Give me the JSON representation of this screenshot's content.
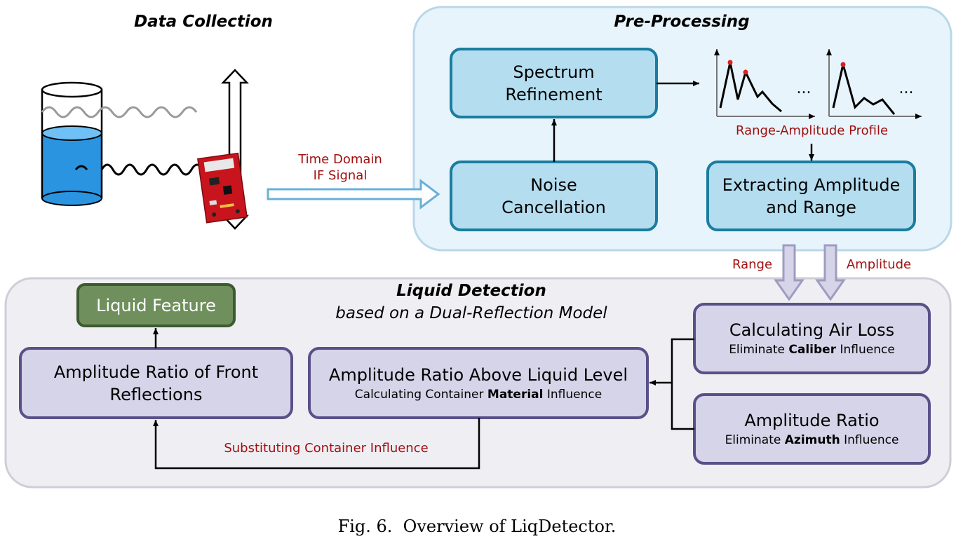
{
  "sections": {
    "data_collection": "Data Collection",
    "pre_processing": "Pre-Processing",
    "liquid_detection": "Liquid Detection",
    "liquid_detection_sub": "based on a Dual-Reflection Model"
  },
  "signal_label": {
    "line1": "Time Domain",
    "line2": "IF Signal"
  },
  "boxes": {
    "spectrum": {
      "line1": "Spectrum",
      "line2": "Refinement"
    },
    "noise": {
      "line1": "Noise",
      "line2": "Cancellation"
    },
    "extract": {
      "line1": "Extracting Amplitude",
      "line2": "and Range"
    },
    "air_loss": {
      "title": "Calculating Air Loss",
      "sub_pre": "Eliminate ",
      "sub_bold": "Caliber",
      "sub_post": " Influence"
    },
    "amp_ratio": {
      "title": "Amplitude Ratio",
      "sub_pre": "Eliminate ",
      "sub_bold": "Azimuth",
      "sub_post": " Influence"
    },
    "above_level": {
      "title": "Amplitude Ratio Above Liquid Level",
      "sub_pre": "Calculating Container ",
      "sub_bold": "Material",
      "sub_post": " Influence"
    },
    "front": {
      "line1": "Amplitude Ratio of Front",
      "line2": "Reflections"
    },
    "feature": {
      "title": "Liquid Feature"
    }
  },
  "labels": {
    "profile": "Range-Amplitude Profile",
    "ellipsis": "...",
    "range": "Range",
    "amplitude": "Amplitude",
    "substituting": "Substituting Container Influence"
  },
  "caption": "Fig. 6.  Overview of LiqDetector.",
  "colors": {
    "blue_fill": "#b4def0",
    "blue_stroke": "#1a7da0",
    "purple_fill": "#d6d4e8",
    "purple_stroke": "#5a5088",
    "green_fill": "#6f8f5c",
    "green_stroke": "#3e5a30",
    "red_text": "#a01010"
  }
}
